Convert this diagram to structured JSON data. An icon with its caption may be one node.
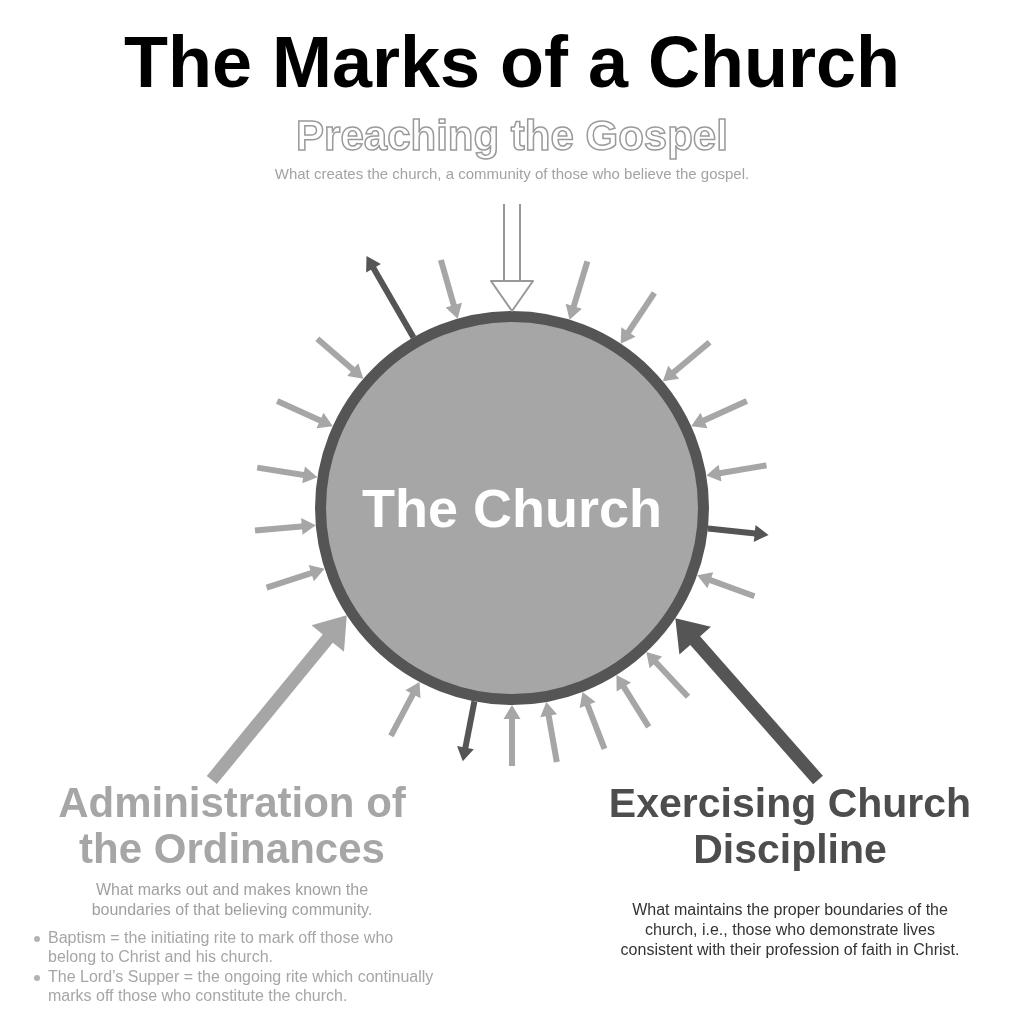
{
  "diagram": {
    "title": "The Marks of a Church",
    "nodes": [
      {
        "text": [
          "Preaching the Gospel",
          "What creates the church, a community of those who believe the gospel."
        ]
      },
      {
        "text": [
          "The Church"
        ]
      },
      {
        "text": [
          "Administration of the Ordinances",
          "What marks out and makes known the boundaries of that believing community.",
          "Baptism = the initiating rite to mark off those who belong to Christ and his church.",
          "The Lord’s Supper = the ongoing rite which continually marks off those who constitute the church."
        ]
      },
      {
        "text": [
          "Exercising Church Discipline",
          "What maintains the proper boundaries of the church, i.e., those who demonstrate lives consistent with their profession of faith in Christ."
        ]
      }
    ],
    "edges": [
      {
        "from": 0,
        "to": 1,
        "arrow": "to",
        "style": "thick",
        "color": "#ffffff"
      },
      {
        "from": 2,
        "to": 1,
        "arrow": "to",
        "style": "thick"
      },
      {
        "from": 3,
        "to": 1,
        "arrow": "to",
        "style": "thick",
        "color": "#555555"
      },
      {
        "from": null,
        "to": 1,
        "arrow": "to"
      },
      {
        "from": null,
        "to": 1,
        "arrow": "to"
      },
      {
        "from": null,
        "to": 1,
        "arrow": "to"
      },
      {
        "from": null,
        "to": 1,
        "arrow": "to"
      },
      {
        "from": null,
        "to": 1,
        "arrow": "to"
      },
      {
        "from": 1,
        "to": null,
        "arrow": "to",
        "color": "#555555"
      },
      {
        "from": null,
        "to": 1,
        "arrow": "to"
      },
      {
        "from": null,
        "to": 1,
        "arrow": "to"
      },
      {
        "from": null,
        "to": 1,
        "arrow": "to"
      },
      {
        "from": null,
        "to": 1,
        "arrow": "to"
      },
      {
        "from": null,
        "to": 1,
        "arrow": "to"
      },
      {
        "from": null,
        "to": 1,
        "arrow": "to"
      },
      {
        "from": 1,
        "to": null,
        "arrow": "to",
        "color": "#555555"
      },
      {
        "from": null,
        "to": 1,
        "arrow": "to"
      },
      {
        "from": null,
        "to": 1,
        "arrow": "to"
      },
      {
        "from": null,
        "to": 1,
        "arrow": "to"
      },
      {
        "from": null,
        "to": 1,
        "arrow": "to"
      },
      {
        "from": null,
        "to": 1,
        "arrow": "to"
      },
      {
        "from": null,
        "to": 1,
        "arrow": "to"
      },
      {
        "from": 1,
        "to": null,
        "arrow": "to",
        "color": "#555555"
      },
      {
        "from": null,
        "to": 1,
        "arrow": "to"
      }
    ]
  }
}
